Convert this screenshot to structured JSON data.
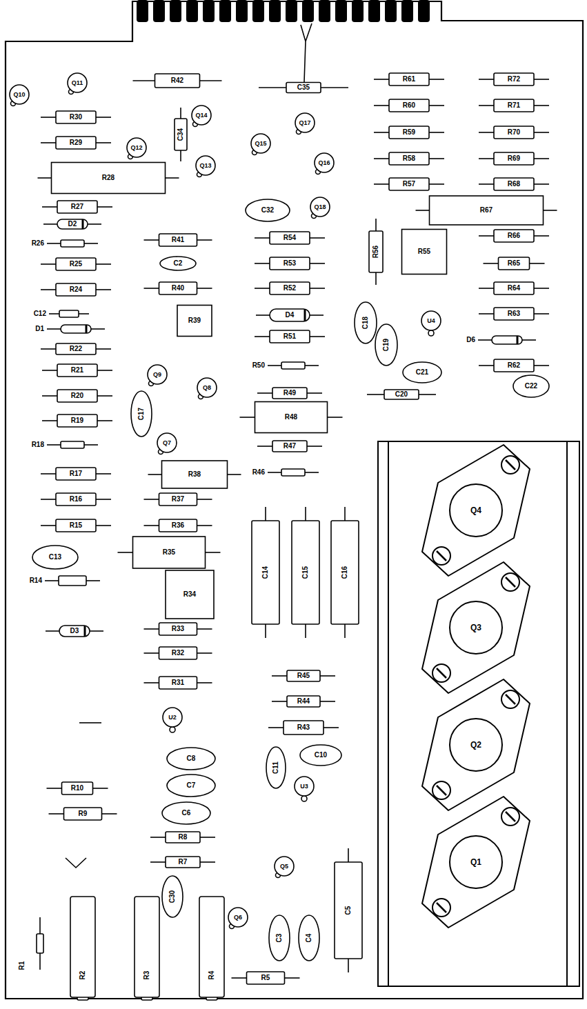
{
  "diagram": {
    "labels": [
      "Q10",
      "Q11",
      "R42",
      "C34",
      "Q14",
      "C35",
      "Q17",
      "Q15",
      "Q16",
      "Q13",
      "Q12",
      "Q18",
      "C32",
      "R30",
      "R29",
      "R28",
      "R27",
      "D2",
      "R26",
      "R25",
      "R24",
      "C12",
      "D1",
      "R22",
      "R21",
      "R20",
      "R19",
      "R18",
      "R17",
      "R16",
      "R15",
      "C13",
      "R14",
      "D3",
      "R41",
      "C2",
      "R40",
      "R39",
      "Q9",
      "Q8",
      "C17",
      "Q7",
      "R38",
      "R37",
      "R36",
      "R35",
      "R34",
      "R33",
      "R32",
      "R31",
      "U2",
      "C8",
      "C7",
      "C6",
      "R8",
      "R7",
      "C30",
      "Q6",
      "R10",
      "R9",
      "R1",
      "R2",
      "R3",
      "R4",
      "R5",
      "R54",
      "R53",
      "R52",
      "D4",
      "R51",
      "R50",
      "R49",
      "R48",
      "R47",
      "R46",
      "C14",
      "C15",
      "C16",
      "R45",
      "R44",
      "R43",
      "C11",
      "C10",
      "U3",
      "Q5",
      "C3",
      "C4",
      "C5",
      "R61",
      "R60",
      "R59",
      "R58",
      "R57",
      "R72",
      "R71",
      "R70",
      "R69",
      "R68",
      "R67",
      "R66",
      "R65",
      "R64",
      "R63",
      "D6",
      "R62",
      "R56",
      "R55",
      "C18",
      "C19",
      "U4",
      "C21",
      "C20",
      "C22",
      "Q4",
      "Q3",
      "Q2",
      "Q1"
    ]
  }
}
